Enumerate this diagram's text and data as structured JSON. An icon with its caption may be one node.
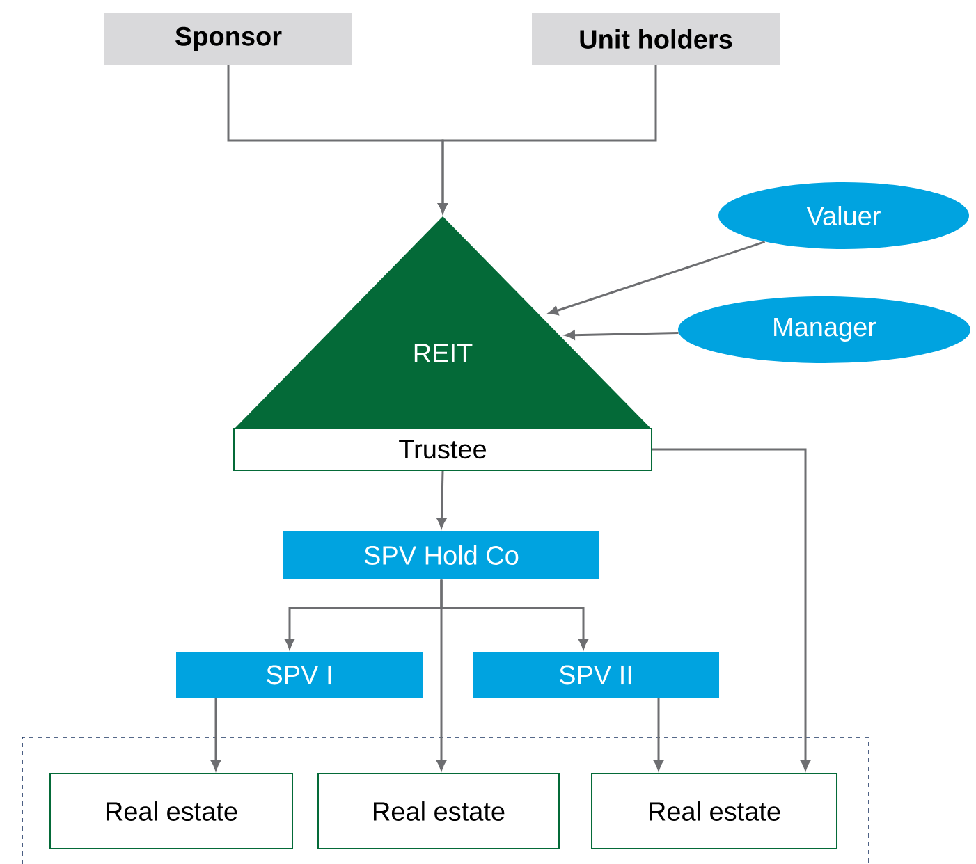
{
  "diagram": {
    "nodes": [
      {
        "text": [
          "Sponsor"
        ]
      },
      {
        "text": [
          "Unit holders"
        ]
      },
      {
        "text": [
          "REIT"
        ]
      },
      {
        "text": [
          "Trustee"
        ]
      },
      {
        "text": [
          "Valuer"
        ]
      },
      {
        "text": [
          "Manager"
        ]
      },
      {
        "text": [
          "SPV Hold Co"
        ]
      },
      {
        "text": [
          "SPV I"
        ]
      },
      {
        "text": [
          "SPV II"
        ]
      },
      {
        "text": [],
        "shape": "box"
      },
      {
        "text": [
          "Real estate"
        ],
        "in": 9
      },
      {
        "text": [
          "Real estate"
        ],
        "in": 9
      },
      {
        "text": [
          "Real estate"
        ],
        "in": 9
      }
    ],
    "edges": [
      {
        "from": 0,
        "to": 2,
        "arrow": "to"
      },
      {
        "from": 1,
        "to": 2,
        "arrow": "to"
      },
      {
        "from": 4,
        "to": 2,
        "arrow": "to"
      },
      {
        "from": 5,
        "to": 2,
        "arrow": "to"
      },
      {
        "from": 3,
        "to": 6,
        "arrow": "to"
      },
      {
        "from": 3,
        "to": 12,
        "arrow": "to"
      },
      {
        "from": 6,
        "to": 7,
        "arrow": "to"
      },
      {
        "from": 6,
        "to": 8,
        "arrow": "to"
      },
      {
        "from": 6,
        "to": 11,
        "arrow": "to"
      },
      {
        "from": 7,
        "to": 10,
        "arrow": "to"
      },
      {
        "from": 8,
        "to": 12,
        "arrow": "to"
      }
    ]
  }
}
